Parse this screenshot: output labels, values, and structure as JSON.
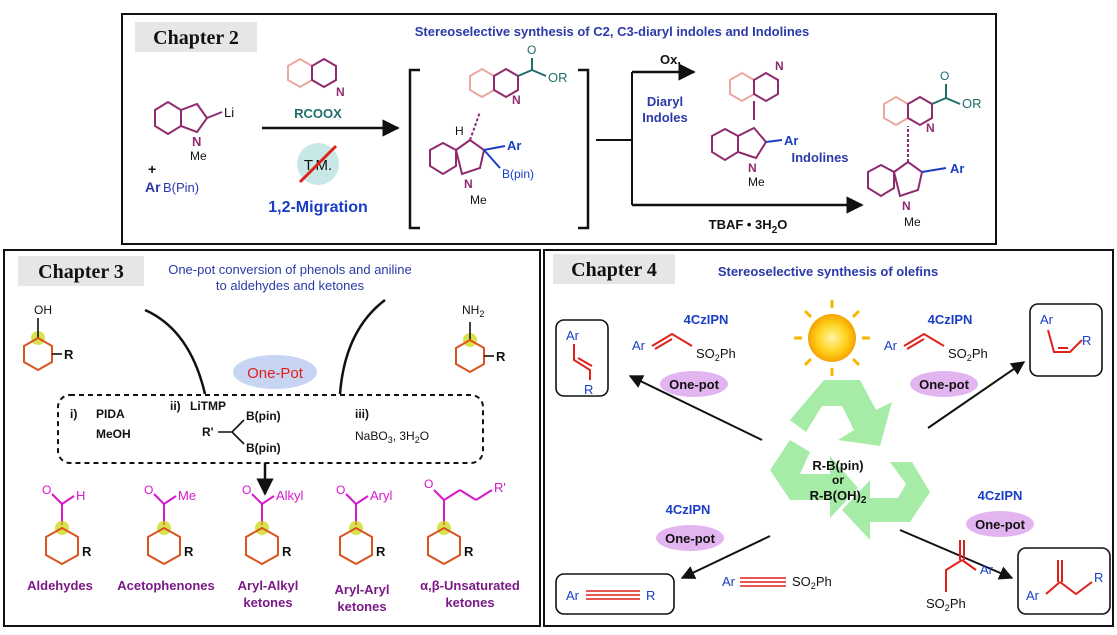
{
  "colors": {
    "black": "#111111",
    "blue_title": "#2b3aa8",
    "maroon": "#8e2b6e",
    "pink_ring": "#e9a8a0",
    "teal": "#1f6e6a",
    "orange": "#d9541e",
    "magenta": "#d619c9",
    "purple_text": "#7a1a86",
    "red": "#e0201a",
    "blue_ar": "#1a82d4",
    "green_recycle": "#a6eca6",
    "pill_purple": "#e3b5f0",
    "pill_blue": "#c7d4f4",
    "yellow_dot": "#c9d400"
  },
  "ch2": {
    "label": "Chapter 2",
    "title": "Stereoselective synthesis of C2, C3-diaryl indoles and Indolines",
    "li": "Li",
    "me": "Me",
    "plus": "+",
    "ar": "Ar",
    "bpin": "B(Pin)",
    "rcoox": "RCOOX",
    "tm": "T.M.",
    "migration": "1,2-Migration",
    "h": "H",
    "o": "O",
    "or": "OR",
    "n": "N",
    "bpin_lower": "B(pin)",
    "ox": "Ox.",
    "diaryl1": "Diaryl",
    "diaryl2": "Indoles",
    "indolines": "Indolines",
    "tbaf": "TBAF • 3H",
    "tbaf_sub": "2",
    "tbaf_end": "O"
  },
  "ch3": {
    "label": "Chapter 3",
    "title1": "One-pot conversion of phenols and aniline",
    "title2": "to aldehydes and ketones",
    "oh": "OH",
    "nh2": "NH",
    "nh2_sub": "2",
    "r": "R",
    "one_pot": "One-Pot",
    "step1_num": "i)",
    "step1_a": "PIDA",
    "step1_b": "MeOH",
    "step2_num": "ii)",
    "step2_a": "LiTMP",
    "step2_r": "R'",
    "step2_b1": "B(pin)",
    "step2_b2": "B(pin)",
    "step3_num": "iii)",
    "step3_a": "NaBO",
    "step3_sub": "3",
    "step3_b": ", 3H",
    "step3_sub2": "2",
    "step3_c": "O",
    "products": [
      {
        "top": "H",
        "line1": "Aldehydes",
        "line2": ""
      },
      {
        "top": "Me",
        "line1": "Acetophenones",
        "line2": ""
      },
      {
        "top": "Alkyl",
        "line1": "Aryl-Alkyl",
        "line2": "ketones"
      },
      {
        "top": "Aryl",
        "line1": "Aryl-Aryl",
        "line2": "ketones"
      },
      {
        "top": "R'",
        "line1": "α,β-Unsaturated",
        "line2": "ketones"
      }
    ]
  },
  "ch4": {
    "label": "Chapter 4",
    "title": "Stereoselective synthesis of olefins",
    "catalyst": "4CzIPN",
    "one_pot": "One-pot",
    "so2ph": "SO",
    "so2ph_sub": "2",
    "so2ph_end": "Ph",
    "ar": "Ar",
    "r": "R",
    "center1": "R-B(pin)",
    "center2": "or",
    "center3": "R-B(OH)",
    "center3_sub": "2"
  }
}
